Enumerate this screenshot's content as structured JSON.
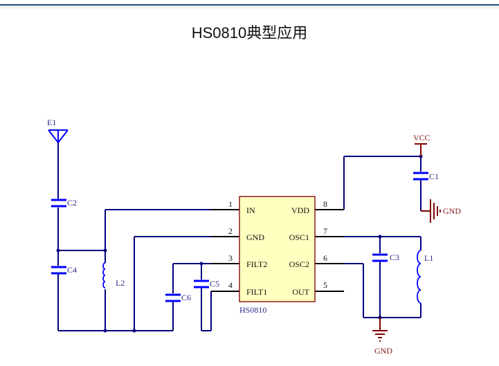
{
  "title": "HS0810典型应用",
  "colors": {
    "wire": "#00007f",
    "component": "#0000ff",
    "power": "#7f0000",
    "ic_fill": "#ffffc0",
    "ic_border": "#8b1a1a"
  },
  "ic": {
    "name": "HS0810",
    "left_pins": [
      {
        "number": "1",
        "label": "IN"
      },
      {
        "number": "2",
        "label": "GND"
      },
      {
        "number": "3",
        "label": "FILT2"
      },
      {
        "number": "4",
        "label": "FILT1"
      }
    ],
    "right_pins": [
      {
        "number": "8",
        "label": "VDD"
      },
      {
        "number": "7",
        "label": "OSC1"
      },
      {
        "number": "6",
        "label": "OSC2"
      },
      {
        "number": "5",
        "label": "OUT"
      }
    ]
  },
  "components": {
    "antenna": "E1",
    "c1": "C1",
    "c2": "C2",
    "c3": "C3",
    "c4": "C4",
    "c5": "C5",
    "c6": "C6",
    "l1": "L1",
    "l2": "L2"
  },
  "power": {
    "vcc": "VCC",
    "gnd1": "GND",
    "gnd2": "GND"
  }
}
